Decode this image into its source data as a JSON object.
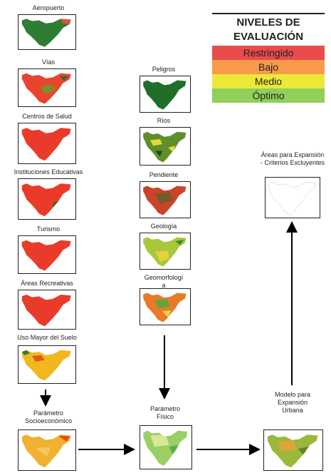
{
  "legend": {
    "title_line1": "NIVELES DE",
    "title_line2": "EVALUACIÓN",
    "levels": [
      {
        "label": "Restringido",
        "color": "#e84c4c"
      },
      {
        "label": "Bajo",
        "color": "#f79a4a"
      },
      {
        "label": "Medio",
        "color": "#ece83a"
      },
      {
        "label": "Óptimo",
        "color": "#8fcf5a"
      }
    ]
  },
  "left_column": [
    {
      "label": "Aeropuerto",
      "scheme": "green-red"
    },
    {
      "label": "Vías",
      "scheme": "red-green"
    },
    {
      "label": "Centros de Salud",
      "scheme": "red"
    },
    {
      "label": "Instituciones Educativas",
      "scheme": "red-greenspot"
    },
    {
      "label": "Turismo",
      "scheme": "red"
    },
    {
      "label": "Áreas Recreativas",
      "scheme": "red"
    },
    {
      "label": "Uso Mayor del Suelo",
      "scheme": "yellow-orange"
    }
  ],
  "middle_column": [
    {
      "label": "Peligros",
      "scheme": "green"
    },
    {
      "label": "Ríos",
      "scheme": "rivers"
    },
    {
      "label": "Pendiente",
      "scheme": "brownred"
    },
    {
      "label": "Geología",
      "scheme": "yellowgreen"
    },
    {
      "label": "Geomorfologí\na",
      "scheme": "mix"
    }
  ],
  "parameters": {
    "socio": {
      "label_line1": "Parámetro",
      "label_line2": "Socioeconómico",
      "scheme": "socio"
    },
    "fisico": {
      "label_line1": "Parámetro",
      "label_line2": "Físico",
      "scheme": "fisico"
    },
    "modelo": {
      "label_line1": "Modelo para",
      "label_line2": "Expansión",
      "label_line3": "Urbana",
      "scheme": "modelo"
    }
  },
  "expansion": {
    "label_line1": "Áreas para Expansión",
    "label_line2": "- Criterios Excluyentes"
  }
}
